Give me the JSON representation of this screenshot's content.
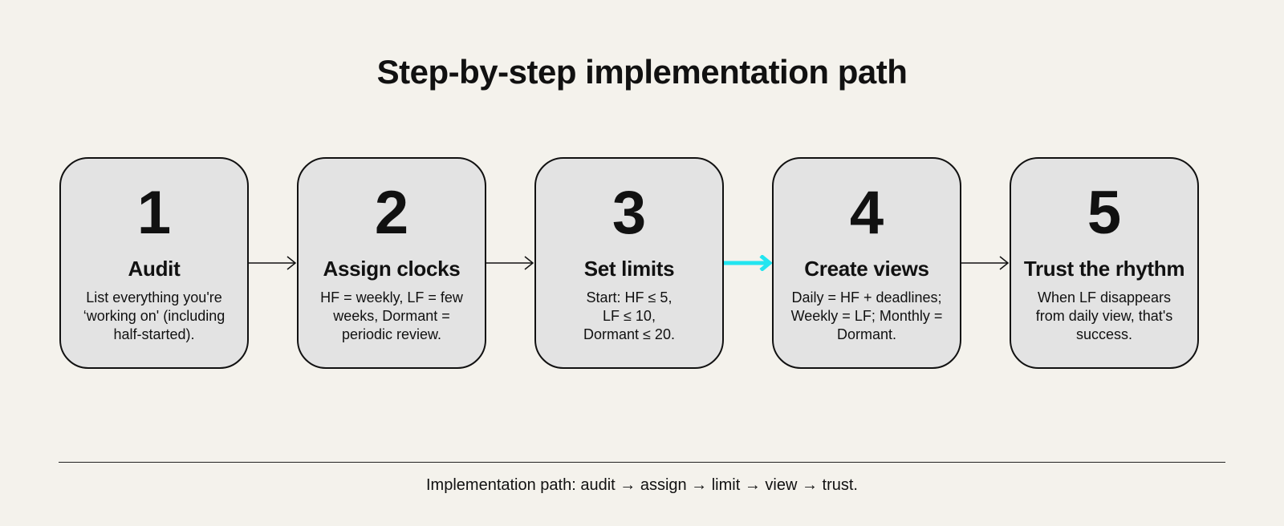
{
  "title": "Step-by-step implementation path",
  "steps": [
    {
      "number": "1",
      "heading": "Audit",
      "description": "List everything you're ‘working on' (including half-started)."
    },
    {
      "number": "2",
      "heading": "Assign clocks",
      "description": "HF = weekly, LF = few weeks, Dormant = periodic review."
    },
    {
      "number": "3",
      "heading": "Set limits",
      "description": "Start: HF ≤ 5, LF ≤ 10, Dormant ≤ 20."
    },
    {
      "number": "4",
      "heading": "Create views",
      "description": "Daily = HF + deadlines; Weekly = LF; Monthly = Dormant."
    },
    {
      "number": "5",
      "heading": "Trust the rhythm",
      "description": "When LF disappears from daily view, that's success."
    }
  ],
  "arrows": [
    {
      "from": "1",
      "to": "2",
      "color": "#111111",
      "highlighted": false
    },
    {
      "from": "2",
      "to": "3",
      "color": "#111111",
      "highlighted": false
    },
    {
      "from": "3",
      "to": "4",
      "color": "#22e5f0",
      "highlighted": true
    },
    {
      "from": "4",
      "to": "5",
      "color": "#111111",
      "highlighted": false
    }
  ],
  "footer": "Implementation path: audit → assign → limit → view → trust.",
  "colors": {
    "background": "#f4f2ec",
    "box_fill": "#e3e3e3",
    "highlight_arrow": "#22e5f0"
  }
}
